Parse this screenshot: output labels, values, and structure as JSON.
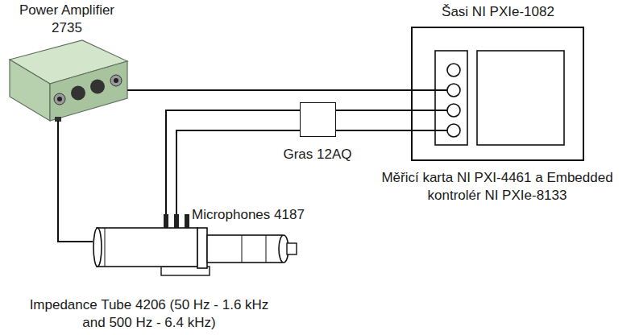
{
  "diagram": {
    "nodes": [
      {
        "text": [
          "Power Amplifier 2735"
        ]
      },
      {
        "text": [
          "Šasi NI PXIe-1082"
        ]
      },
      {
        "text": [
          "Gras 12AQ"
        ]
      },
      {
        "text": [
          "Impedance Tube 4206 (50 Hz - 1.6 kHz and 500 Hz - 6.4 kHz)"
        ]
      }
    ],
    "edges": [
      {
        "from": 0,
        "to": 1,
        "arrow": "none"
      },
      {
        "from": 0,
        "to": 3,
        "arrow": "none"
      },
      {
        "from": 3,
        "to": 2,
        "arrow": "none"
      },
      {
        "from": 3,
        "to": 2,
        "arrow": "none"
      },
      {
        "from": 2,
        "to": 1,
        "arrow": "none"
      },
      {
        "from": 2,
        "to": 1,
        "arrow": "none"
      }
    ],
    "labels": [
      "Microphones 4187",
      "Měřicí karta NI PXI-4461 a Embedded kontrolér NI PXIe-8133"
    ]
  }
}
